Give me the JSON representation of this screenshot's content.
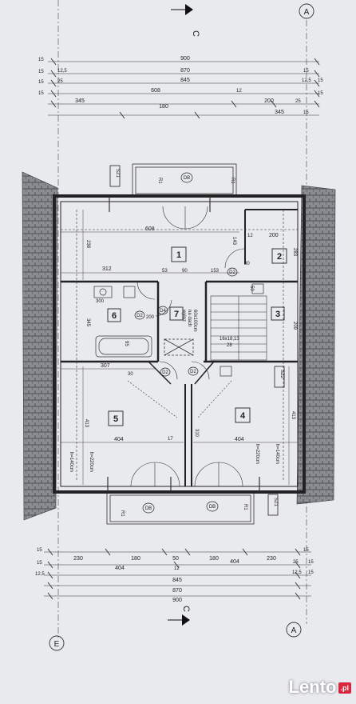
{
  "axes": {
    "top": "A",
    "bottom_right": "A",
    "bottom_left": "E"
  },
  "section_marks": {
    "top": "C",
    "bottom": "C"
  },
  "top_dims": {
    "r1": "900",
    "r2": {
      "left": "15",
      "c": "870",
      "right": "15"
    },
    "r3": {
      "left": "15",
      "l2": "12,5",
      "right": "12,5",
      "r2": "15"
    },
    "r3_text": "845",
    "r4": {
      "left": "15",
      "l2": "25",
      "c": "608",
      "c2": "12",
      "c3": "200",
      "r": "25",
      "r2": "15"
    },
    "r5": {
      "left": "15",
      "c1": "345",
      "c2": "180",
      "c3": "345",
      "r": "15"
    }
  },
  "bottom_dims": {
    "r1": {
      "left": "15",
      "c1": "230",
      "c2": "180",
      "c3": "50",
      "c4": "180",
      "c5": "230",
      "r": "15"
    },
    "r2": {
      "left": "15",
      "c1": "404",
      "c2": "12",
      "c3": "404",
      "r1": "25",
      "r2": "15"
    },
    "r3": {
      "left": "12,5",
      "c": "845",
      "r1": "12,5",
      "r2": "15"
    },
    "r4": {
      "c": "870"
    },
    "r5": {
      "c": "900"
    }
  },
  "rooms": [
    "1",
    "2",
    "3",
    "4",
    "5",
    "6",
    "7"
  ],
  "labels": {
    "sz1": "SZ1",
    "sz2": "SZ2",
    "r1": "R1",
    "db": "DB",
    "d2": "D2",
    "d4": "D4",
    "stairs": "16x18,13",
    "stairs2": "28",
    "h140": "h=140cm",
    "h220": "h=220cm",
    "wyaz": "wyłaz",
    "dach": "na dach",
    "size6080": "60x100cm"
  },
  "room_dims": {
    "d238": "238",
    "d608": "608",
    "d143": "143",
    "d12a": "12",
    "d200": "200",
    "d283": "283",
    "d312": "312",
    "d53": "53",
    "d90": "90",
    "d153": "153",
    "d80": "80",
    "d50": "50",
    "d300": "300",
    "d200b": "200",
    "d345": "345",
    "d95": "95",
    "d209": "209",
    "d307": "307",
    "d30": "30",
    "d413a": "413",
    "d413b": "413",
    "d404a": "404",
    "d404b": "404",
    "d310": "310",
    "d17": "17"
  },
  "logo": {
    "text": "Lento",
    "suffix": ".pl"
  }
}
